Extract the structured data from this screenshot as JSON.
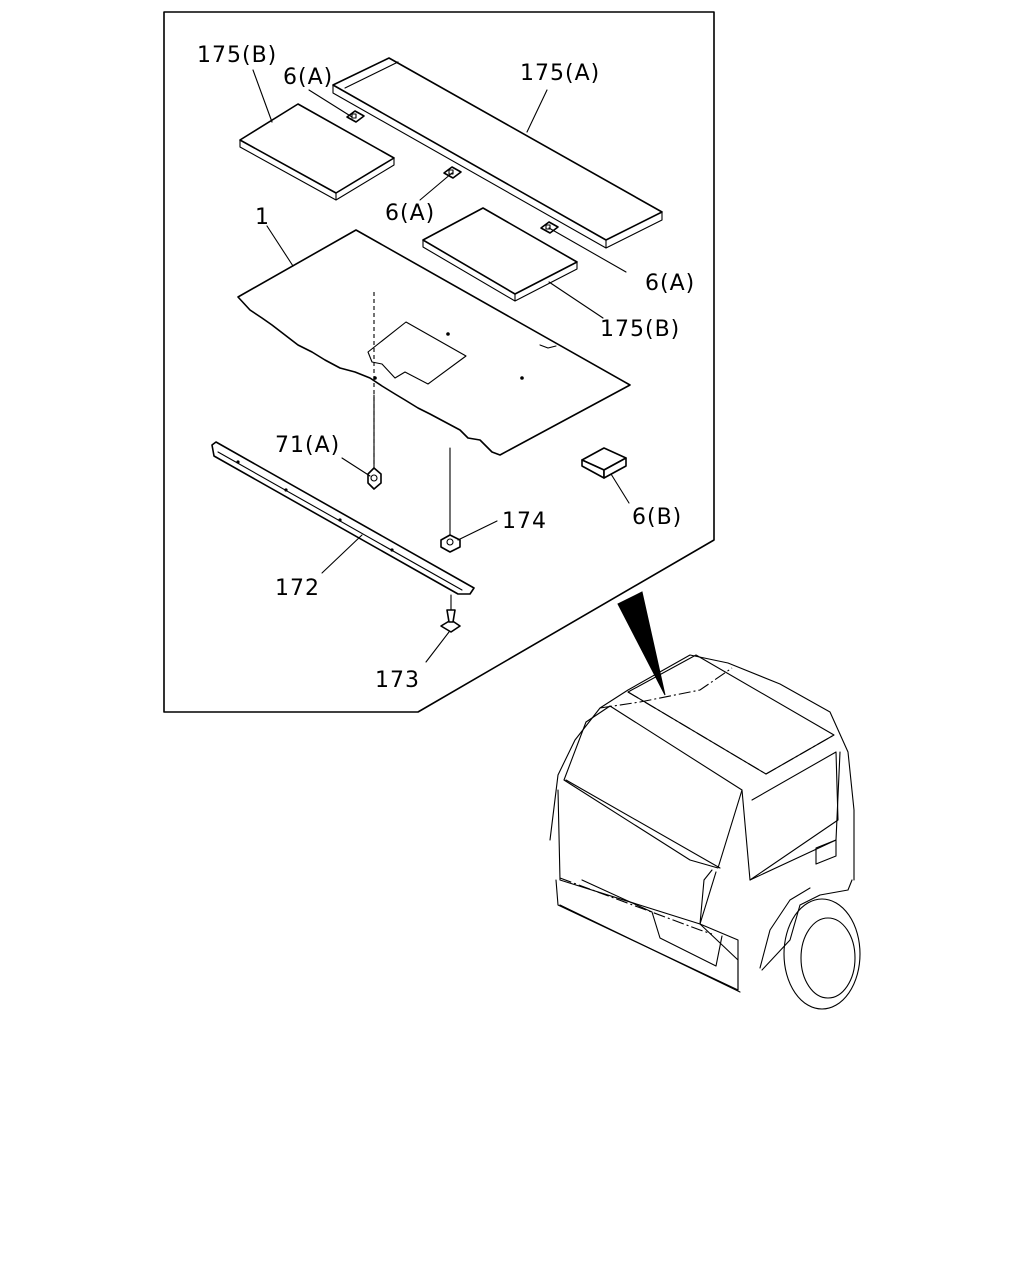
{
  "labels": {
    "l175b_top": "175(B)",
    "l6a_top": "6(A)",
    "l175a": "175(A)",
    "l6a_mid": "6(A)",
    "l1": "1",
    "l6a_right": "6(A)",
    "l175b_right": "175(B)",
    "l71a": "71(A)",
    "l174": "174",
    "l6b": "6(B)",
    "l172": "172",
    "l173": "173"
  }
}
